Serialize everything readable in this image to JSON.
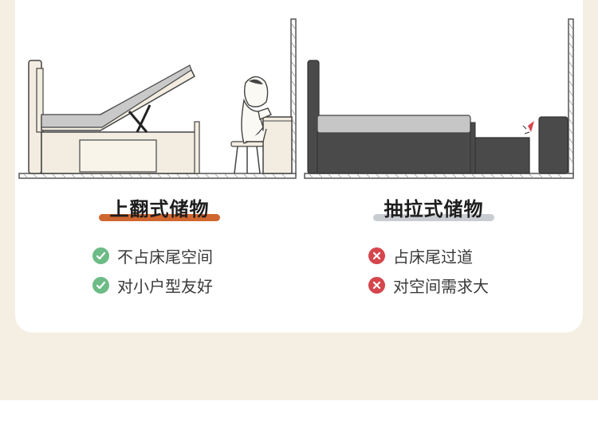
{
  "colors": {
    "background": "#f5efe3",
    "card": "#ffffff",
    "flip_highlight": "#d0662f",
    "drawer_highlight": "#c9cdd2",
    "check": "#6dbb86",
    "cross": "#d5464c",
    "flip_bed": "#f2ede0",
    "drawer_bed": "#4a4a4a"
  },
  "left": {
    "title": "上翻式储物",
    "features": [
      {
        "icon": "check-icon",
        "text": "不占床尾空间"
      },
      {
        "icon": "check-icon",
        "text": "对小户型友好"
      }
    ]
  },
  "right": {
    "title": "抽拉式储物",
    "features": [
      {
        "icon": "cross-icon",
        "text": "占床尾过道"
      },
      {
        "icon": "cross-icon",
        "text": "对空间需求大"
      }
    ]
  }
}
